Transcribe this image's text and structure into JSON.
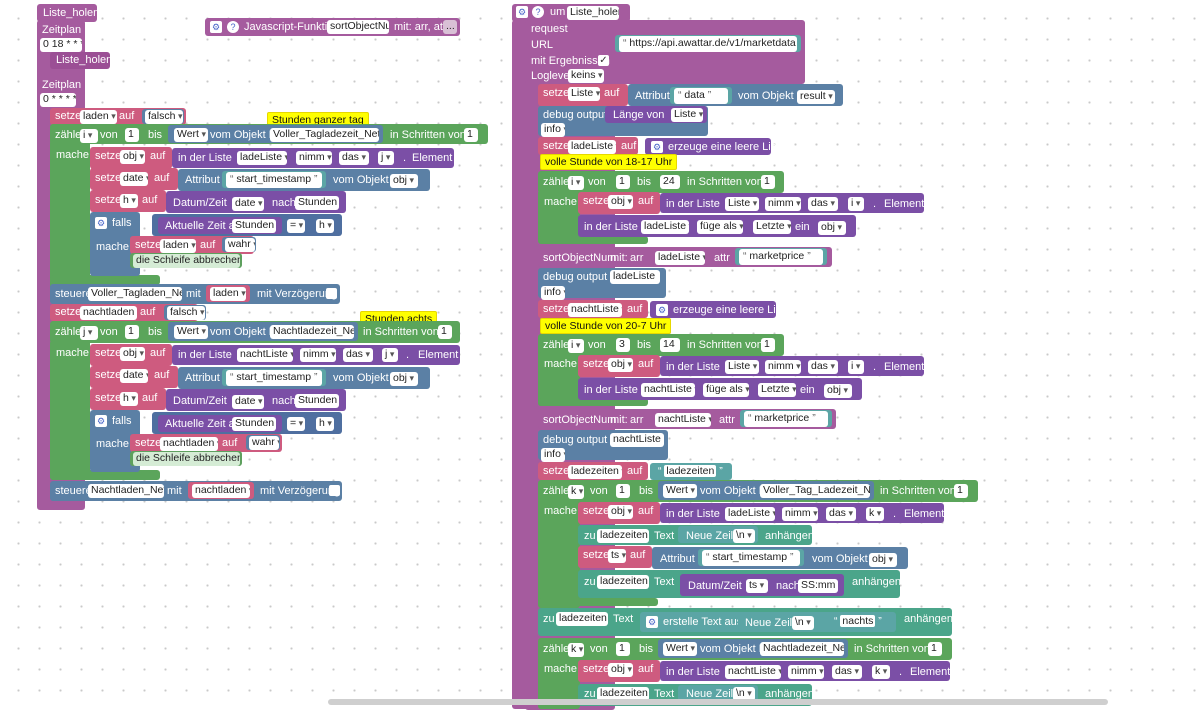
{
  "left": {
    "sched1": {
      "name": "Liste_holen",
      "label": "Zeitplan",
      "cron": "0 18 * * *",
      "call": "Liste_holen"
    },
    "sched2": {
      "label": "Zeitplan",
      "cron": "0 * * * *"
    },
    "set_laden": {
      "setze": "setze",
      "var": "laden",
      "auf": "auf",
      "val": "falsch"
    },
    "note1": "Stunden ganzer tag",
    "loop1": {
      "zaehle": "zähle",
      "var": "i",
      "von": "von",
      "start": "1",
      "bis": "bis",
      "wert": "Wert",
      "objid": "vom Objekt ID",
      "obj": "Voller_Tagladezeit_Netz",
      "schritte": "in Schritten von",
      "step": "1",
      "mache": "mache"
    },
    "l1r1": {
      "setze": "setze",
      "var": "obj",
      "auf": "auf",
      "liste": "in der Liste",
      "list": "ladeListe",
      "nimm": "nimm",
      "das": "das",
      "idx": "j",
      "element": "Element"
    },
    "l1r2": {
      "setze": "setze",
      "var": "date",
      "auf": "auf",
      "attr": "Attribut",
      "key": "start_timestamp",
      "vom": "vom Objekt",
      "obj": "obj"
    },
    "l1r3": {
      "setze": "setze",
      "var": "h",
      "auf": "auf",
      "dz": "Datum/Zeit",
      "date": "date",
      "nach": "nach",
      "fmt": "Stunden"
    },
    "l1if": {
      "falls": "falls",
      "akt": "Aktuelle Zeit als",
      "unit": "Stunden",
      "op": "=",
      "h": "h"
    },
    "l1do": {
      "mache": "mache",
      "setze": "setze",
      "var": "laden",
      "auf": "auf",
      "val": "wahr",
      "brk": "die Schleife abbrechen"
    },
    "steuere1": {
      "label": "steuere",
      "dev": "Voller_Tagladen_Netz",
      "mit": "mit",
      "val": "laden",
      "delay": "mit Verzögerung"
    },
    "set_nacht": {
      "setze": "setze",
      "var": "nachtladen",
      "auf": "auf",
      "val": "falsch"
    },
    "note2": "Stunden achts",
    "loop2": {
      "zaehle": "zähle",
      "var": "j",
      "von": "von",
      "start": "1",
      "bis": "bis",
      "wert": "Wert",
      "objid": "vom Objekt ID",
      "obj": "Nachtladezeit_Netz",
      "schritte": "in Schritten von",
      "step": "1",
      "mache": "mache"
    },
    "l2r1": {
      "setze": "setze",
      "var": "obj",
      "auf": "auf",
      "liste": "in der Liste",
      "list": "nachtListe",
      "nimm": "nimm",
      "das": "das",
      "idx": "j",
      "element": "Element"
    },
    "l2r2": {
      "setze": "setze",
      "var": "date",
      "auf": "auf",
      "attr": "Attribut",
      "key": "start_timestamp",
      "vom": "vom Objekt",
      "obj": "obj"
    },
    "l2r3": {
      "setze": "setze",
      "var": "h",
      "auf": "auf",
      "dz": "Datum/Zeit",
      "date": "date",
      "nach": "nach",
      "fmt": "Stunden"
    },
    "l2if": {
      "falls": "falls",
      "akt": "Aktuelle Zeit als",
      "unit": "Stunden",
      "op": "=",
      "h": "h"
    },
    "l2do": {
      "mache": "mache",
      "setze": "setze",
      "var": "nachtladen",
      "auf": "auf",
      "val": "wahr",
      "brk": "die Schleife abbrechen"
    },
    "steuere2": {
      "label": "steuere",
      "dev": "Nachtladen_Netz",
      "mit": "mit",
      "val": "nachtladen",
      "delay": "mit Verzögerung"
    }
  },
  "fn": {
    "label": "Javascript-Funktion",
    "name": "sortObjectNum",
    "params": "mit: arr, attr",
    "more": "..."
  },
  "right": {
    "head": {
      "um": "um",
      "name": "Liste_holen"
    },
    "request": "request",
    "url": {
      "label": "URL",
      "value": "https://api.awattar.de/v1/marketdata"
    },
    "mit_erg": "mit Ergebnissen",
    "loglevel": {
      "label": "Loglevel",
      "val": "keins"
    },
    "r1": {
      "setze": "setze",
      "var": "Liste",
      "auf": "auf",
      "attr": "Attribut",
      "key": "data",
      "vom": "vom Objekt",
      "obj": "result"
    },
    "r2": {
      "label": "debug output",
      "laenge": "Länge von",
      "var": "Liste",
      "lvl": "info"
    },
    "r3": {
      "setze": "setze",
      "var": "ladeListe",
      "auf": "auf",
      "txt": "erzeuge eine leere Liste"
    },
    "note3": "volle Stunde von 18-17 Uhr",
    "loop3": {
      "zaehle": "zähle",
      "var": "i",
      "von": "von",
      "start": "1",
      "bis": "bis",
      "end": "24",
      "schritte": "in Schritten von",
      "step": "1",
      "mache": "mache"
    },
    "l3r1": {
      "setze": "setze",
      "var": "obj",
      "auf": "auf",
      "liste": "in der Liste",
      "list": "Liste",
      "nimm": "nimm",
      "das": "das",
      "idx": "i",
      "element": "Element"
    },
    "l3r2": {
      "liste": "in der Liste",
      "list": "ladeListe",
      "fuege": "füge als",
      "pos": "Letzte",
      "ein": "ein",
      "obj": "obj"
    },
    "sort1": {
      "label": "sortObjectNum",
      "mit": "mit:",
      "arr": "arr",
      "list": "ladeListe",
      "attr": "attr",
      "key": "marketprice"
    },
    "dbg2": {
      "label": "debug output",
      "var": "ladeListe",
      "lvl": "info"
    },
    "r4": {
      "setze": "setze",
      "var": "nachtListe",
      "auf": "auf",
      "txt": "erzeuge eine leere Liste"
    },
    "note4": "volle Stunde von 20-7 Uhr",
    "loop4": {
      "zaehle": "zähle",
      "var": "i",
      "von": "von",
      "start": "3",
      "bis": "bis",
      "end": "14",
      "schritte": "in Schritten von",
      "step": "1",
      "mache": "mache"
    },
    "l4r1": {
      "setze": "setze",
      "var": "obj",
      "auf": "auf",
      "liste": "in der Liste",
      "list": "Liste",
      "nimm": "nimm",
      "das": "das",
      "idx": "i",
      "element": "Element"
    },
    "l4r2": {
      "liste": "in der Liste",
      "list": "nachtListe",
      "fuege": "füge als",
      "pos": "Letzte",
      "ein": "ein",
      "obj": "obj"
    },
    "sort2": {
      "label": "sortObjectNum",
      "mit": "mit:",
      "arr": "arr",
      "list": "nachtListe",
      "attr": "attr",
      "key": "marketprice"
    },
    "dbg3": {
      "label": "debug output",
      "var": "nachtListe",
      "lvl": "info"
    },
    "r5": {
      "setze": "setze",
      "var": "ladezeiten",
      "auf": "auf",
      "val": "ladezeiten"
    },
    "loop5": {
      "zaehle": "zähle",
      "var": "k",
      "von": "von",
      "start": "1",
      "bis": "bis",
      "wert": "Wert",
      "objid": "vom Objekt ID",
      "obj": "Voller_Tag_Ladezeit_Netz",
      "schritte": "in Schritten von",
      "step": "1",
      "mache": "mache"
    },
    "l5r1": {
      "setze": "setze",
      "var": "obj",
      "auf": "auf",
      "liste": "in der Liste",
      "list": "ladeListe",
      "nimm": "nimm",
      "das": "das",
      "idx": "k",
      "element": "Element"
    },
    "l5r2": {
      "zu": "zu",
      "var": "ladezeiten",
      "text": "Text",
      "nz": "Neue Zeile",
      "nl": "\\n",
      "anh": "anhängen"
    },
    "l5r3": {
      "setze": "setze",
      "var": "ts",
      "auf": "auf",
      "attr": "Attribut",
      "key": "start_timestamp",
      "vom": "vom Objekt",
      "obj": "obj"
    },
    "l5r4": {
      "zu": "zu",
      "var": "ladezeiten",
      "text": "Text",
      "dz": "Datum/Zeit",
      "ts": "ts",
      "nach": "nach",
      "fmt": "SS:mm",
      "anh": "anhängen"
    },
    "r6": {
      "zu": "zu",
      "var": "ladezeiten",
      "text": "Text",
      "erst": "erstelle Text aus",
      "nz": "Neue Zeile",
      "nl": "\\n",
      "val": "nachts",
      "anh": "anhängen"
    },
    "loop6": {
      "zaehle": "zähle",
      "var": "k",
      "von": "von",
      "start": "1",
      "bis": "bis",
      "wert": "Wert",
      "objid": "vom Objekt ID",
      "obj": "Nachtladezeit_Netz",
      "schritte": "in Schritten von",
      "step": "1",
      "mache": "mache"
    },
    "l6r1": {
      "setze": "setze",
      "var": "obj",
      "auf": "auf",
      "liste": "in der Liste",
      "list": "nachtListe",
      "nimm": "nimm",
      "das": "das",
      "idx": "k",
      "element": "Element"
    },
    "l6r2": {
      "zu": "zu",
      "var": "ladezeiten",
      "text": "Text",
      "nz": "Neue Zeile",
      "nl": "\\n",
      "anh": "anhängen"
    }
  }
}
